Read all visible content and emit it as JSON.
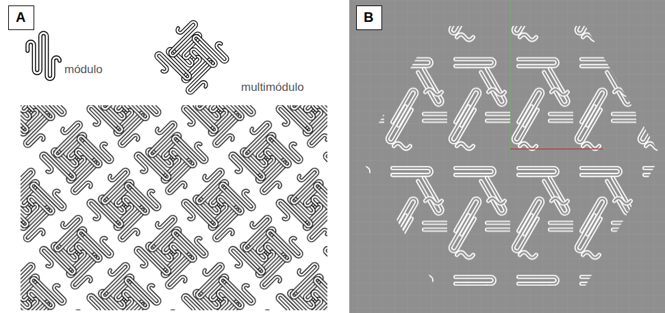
{
  "diagram": {
    "nodes": [
      {
        "text": [
          "A"
        ]
      },
      {
        "text": [
          "B"
        ]
      }
    ],
    "labels": [
      "módulo",
      "multimódulo"
    ]
  }
}
